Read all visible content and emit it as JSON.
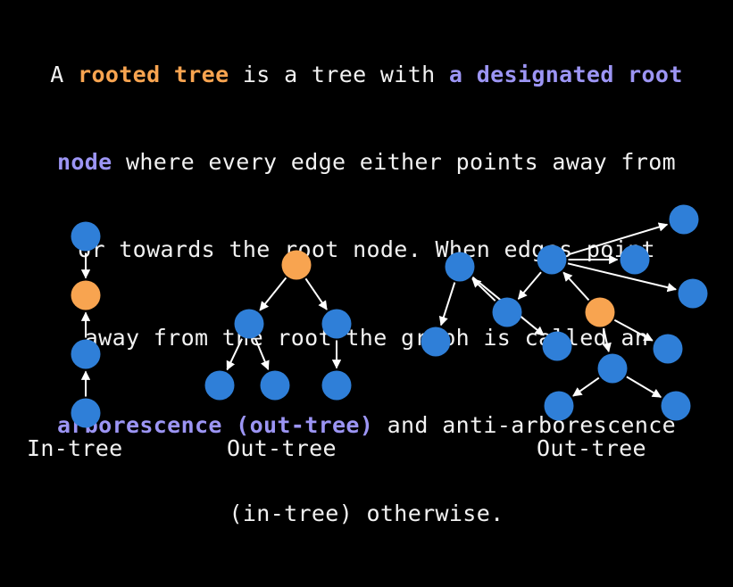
{
  "intro": {
    "line1": {
      "p1": "A ",
      "h1": "rooted tree",
      "p2": " is a tree with ",
      "h2": "a designated root"
    },
    "line2": {
      "h1": "node",
      "p1": " where every edge either points away from"
    },
    "line3": "or towards the root node. When edges point",
    "line4": "away from the root the graph is called an",
    "line5": {
      "h1": "arborescence (out-tree)",
      "p1": " and anti-arborescence"
    },
    "line6": "(in-tree) otherwise."
  },
  "captions": {
    "in_tree": "In-tree",
    "out_tree_small": "Out-tree",
    "out_tree_large": "Out-tree"
  },
  "colors": {
    "background": "#000000",
    "text": "#f2f2f2",
    "highlight_orange": "#f8a450",
    "highlight_purple": "#9c95f4",
    "node_blue": "#2f7fd8",
    "node_root": "#f8a450",
    "edge": "#ffffff"
  },
  "graphs": [
    {
      "name": "in-tree",
      "nodes": [
        {
          "id": "top",
          "root": false
        },
        {
          "id": "root",
          "root": true
        },
        {
          "id": "mid",
          "root": false
        },
        {
          "id": "bottom",
          "root": false
        }
      ],
      "edges": [
        {
          "from": "top",
          "to": "root"
        },
        {
          "from": "mid",
          "to": "root"
        },
        {
          "from": "bottom",
          "to": "mid"
        }
      ]
    },
    {
      "name": "out-tree-small",
      "nodes": [
        {
          "id": "root",
          "root": true
        },
        {
          "id": "left",
          "root": false
        },
        {
          "id": "right",
          "root": false
        },
        {
          "id": "left-left",
          "root": false
        },
        {
          "id": "left-right",
          "root": false
        },
        {
          "id": "right-child",
          "root": false
        }
      ],
      "edges": [
        {
          "from": "root",
          "to": "left"
        },
        {
          "from": "root",
          "to": "right"
        },
        {
          "from": "left",
          "to": "left-left"
        },
        {
          "from": "left",
          "to": "left-right"
        },
        {
          "from": "right",
          "to": "right-child"
        }
      ]
    },
    {
      "name": "out-tree-large",
      "nodes": [
        {
          "id": "root",
          "root": true
        },
        {
          "id": "a",
          "root": false
        },
        {
          "id": "b",
          "root": false
        },
        {
          "id": "c",
          "root": false
        },
        {
          "id": "d",
          "root": false
        },
        {
          "id": "e",
          "root": false
        },
        {
          "id": "f",
          "root": false
        },
        {
          "id": "g",
          "root": false
        },
        {
          "id": "h",
          "root": false
        },
        {
          "id": "i",
          "root": false
        },
        {
          "id": "j",
          "root": false
        },
        {
          "id": "k",
          "root": false
        },
        {
          "id": "l",
          "root": false
        }
      ],
      "edges": [
        {
          "from": "root",
          "to": "a"
        },
        {
          "from": "a",
          "to": "b"
        },
        {
          "from": "a",
          "to": "c"
        },
        {
          "from": "a",
          "to": "d"
        },
        {
          "from": "a",
          "to": "e"
        },
        {
          "from": "e",
          "to": "f"
        },
        {
          "from": "f",
          "to": "g"
        },
        {
          "from": "f",
          "to": "h"
        },
        {
          "from": "root",
          "to": "i"
        },
        {
          "from": "root",
          "to": "j"
        },
        {
          "from": "i",
          "to": "k"
        },
        {
          "from": "i",
          "to": "l"
        }
      ]
    }
  ]
}
